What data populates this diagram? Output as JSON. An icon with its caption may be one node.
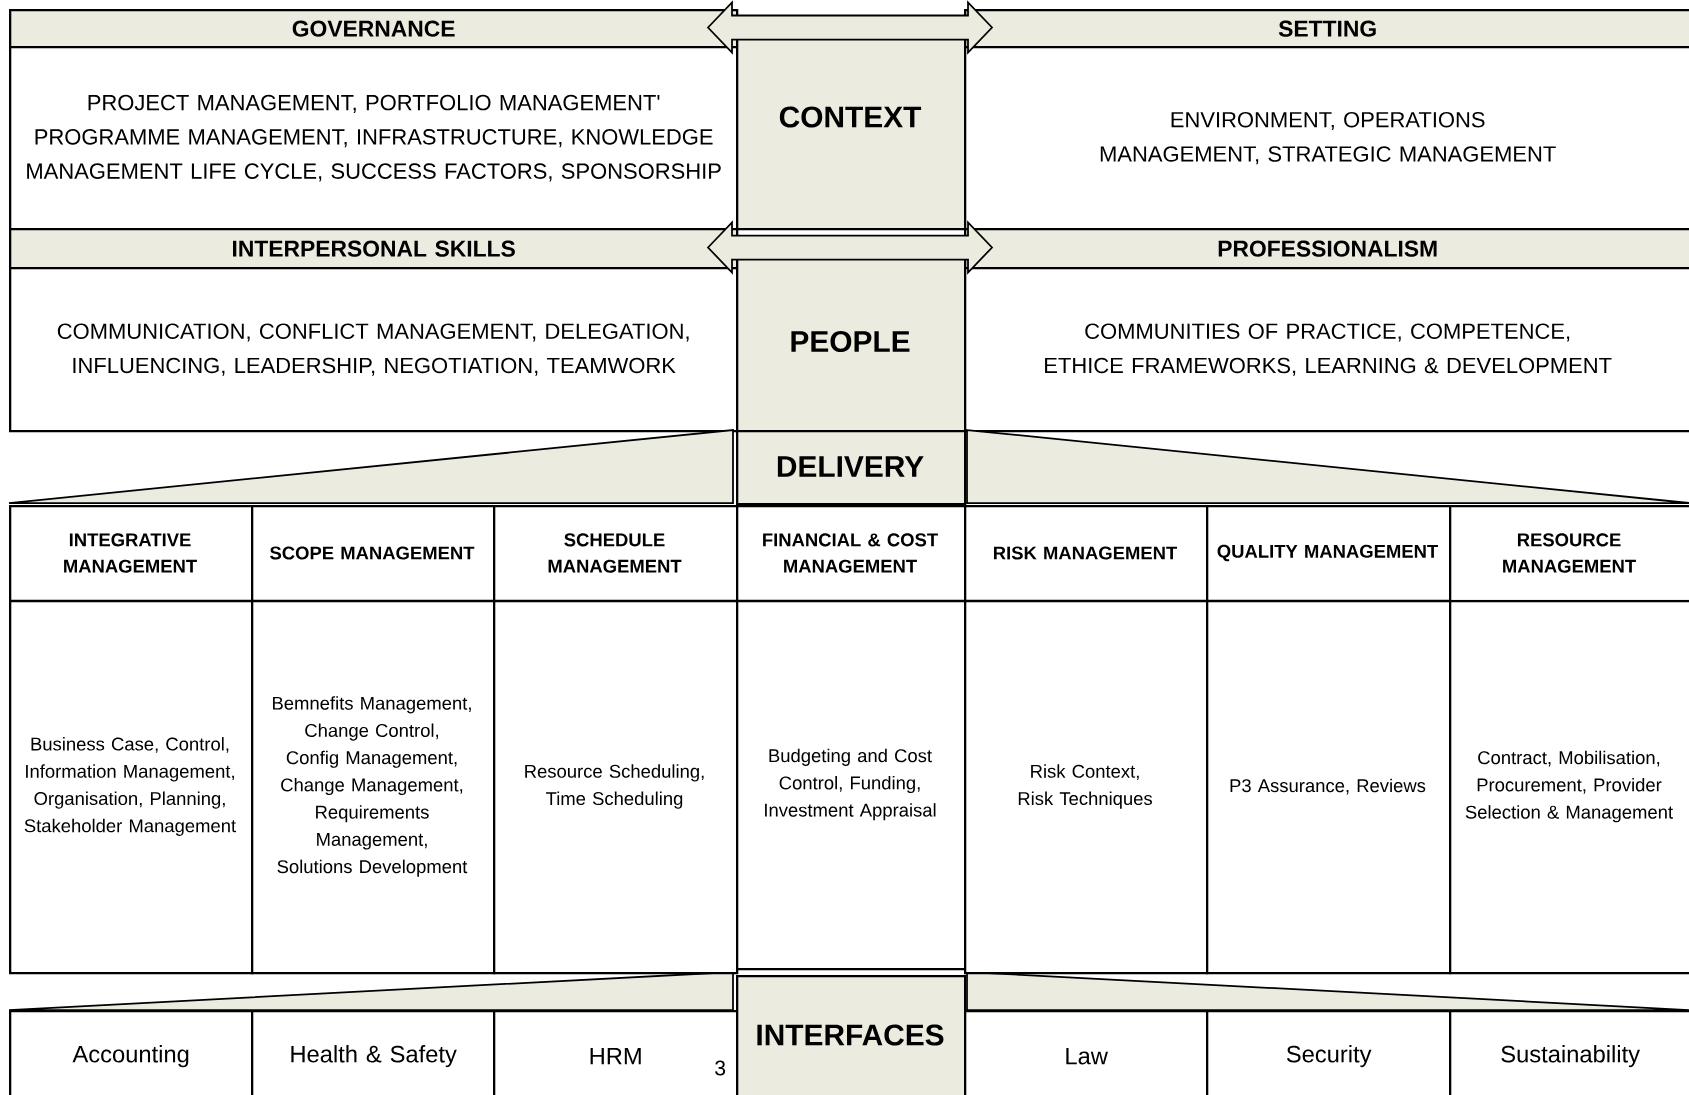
{
  "diagram": {
    "nodes": [
      {
        "text": [
          "GOVERNANCE"
        ]
      },
      {
        "text": [
          "PROJECT MANAGEMENT, PORTFOLIO MANAGEMENT' PROGRAMME MANAGEMENT, INFRASTRUCTURE, KNOWLEDGE MANAGEMENT LIFE CYCLE, SUCCESS FACTORS, SPONSORSHIP"
        ]
      },
      {
        "text": [
          "CONTEXT"
        ]
      },
      {
        "text": [
          "SETTING"
        ]
      },
      {
        "text": [
          "ENVIRONMENT, OPERATIONS MANAGEMENT, STRATEGIC MANAGEMENT"
        ]
      },
      {
        "text": [
          "INTERPERSONAL SKILLS"
        ]
      },
      {
        "text": [
          "COMMUNICATION, CONFLICT MANAGEMENT, DELEGATION, INFLUENCING, LEADERSHIP, NEGOTIATION, TEAMWORK"
        ]
      },
      {
        "text": [
          "PEOPLE"
        ]
      },
      {
        "text": [
          "PROFESSIONALISM"
        ]
      },
      {
        "text": [
          "COMMUNITIES OF PRACTICE, COMPETENCE, ETHICE FRAMEWORKS, LEARNING & DEVELOPMENT"
        ]
      },
      {
        "text": [
          "DELIVERY"
        ]
      },
      {
        "text": [
          "INTEGRATIVE MANAGEMENT",
          "Business Case, Control, Information Management, Organisation, Planning, Stakeholder Management"
        ]
      },
      {
        "text": [
          "SCOPE MANAGEMENT",
          "Bemnefits Management, Change Control, Config Management, Change Management, Requirements Management, Solutions Development"
        ]
      },
      {
        "text": [
          "SCHEDULE MANAGEMENT",
          "Resource Scheduling, Time Scheduling"
        ]
      },
      {
        "text": [
          "FINANCIAL & COST MANAGEMENT",
          "Budgeting and Cost Control, Funding, Investment Appraisal"
        ]
      },
      {
        "text": [
          "RISK MANAGEMENT",
          "Risk Context, Risk Techniques"
        ]
      },
      {
        "text": [
          "QUALITY MANAGEMENT",
          "P3 Assurance, Reviews"
        ]
      },
      {
        "text": [
          "RESOURCE MANAGEMENT",
          "Contract, Mobilisation, Procurement, Provider Selection & Management"
        ]
      },
      {
        "text": [
          "Accounting"
        ]
      },
      {
        "text": [
          "Health & Safety"
        ]
      },
      {
        "text": [
          "HRM"
        ]
      },
      {
        "text": [
          "INTERFACES"
        ]
      },
      {
        "text": [
          "Law"
        ]
      },
      {
        "text": [
          "Security"
        ]
      },
      {
        "text": [
          "Sustainability"
        ]
      }
    ],
    "edges": [
      {
        "from": 0,
        "to": 3,
        "arrow": "both"
      },
      {
        "from": 5,
        "to": 8,
        "arrow": "both"
      }
    ],
    "labels": [
      "3"
    ]
  }
}
